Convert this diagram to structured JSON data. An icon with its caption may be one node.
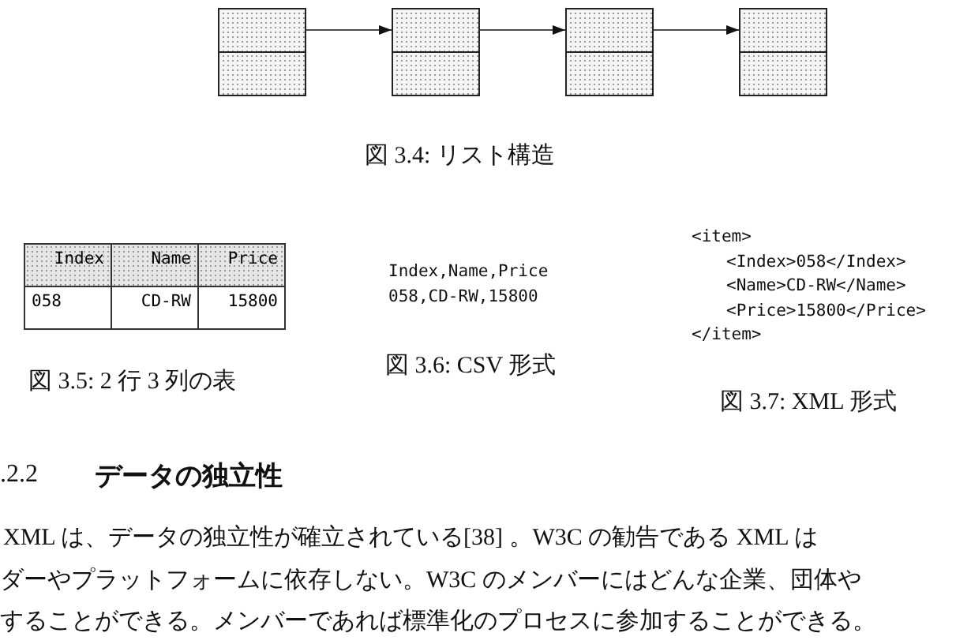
{
  "diagram": {
    "nodes": [
      {
        "text": [],
        "shape": "box"
      },
      {
        "text": [],
        "shape": "box"
      },
      {
        "text": [],
        "shape": "box"
      },
      {
        "text": [],
        "shape": "box"
      }
    ],
    "edges": [
      {
        "from": 0,
        "to": 1,
        "arrow": "to"
      },
      {
        "from": 1,
        "to": 2,
        "arrow": "to"
      },
      {
        "from": 2,
        "to": 3,
        "arrow": "to"
      }
    ],
    "labels": [
      "図 3.4: リスト構造",
      "Index",
      "Name",
      "Price",
      "058",
      "CD-RW",
      "15800",
      "図 3.5: 2 行 3 列の表",
      "Index,Name,Price",
      "058,CD-RW,15800",
      "図 3.6: CSV 形式",
      "<item>",
      "<Index>058</Index>",
      "<Name>CD-RW</Name>",
      "<Price>15800</Price>",
      "</item>",
      "図 3.7: XML 形式",
      ".2.2",
      "データの独立性",
      "XML は、データの独立性が確立されている[38] 。W3C の勧告である XML は",
      "ダーやプラットフォームに依存しない。W3C のメンバーにはどんな企業、団体や",
      "することができる。メンバーであれば標準化のプロセスに参加することができる。"
    ]
  }
}
